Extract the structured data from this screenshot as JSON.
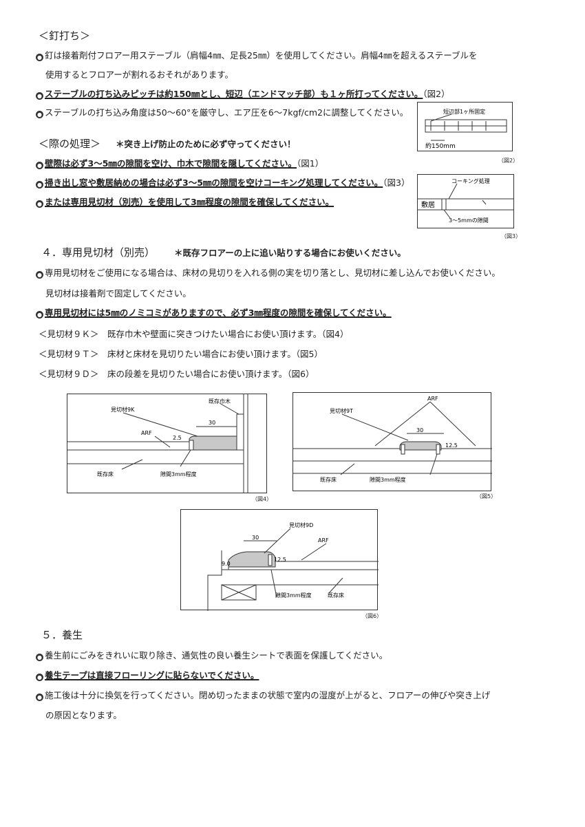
{
  "s1": {
    "heading": "＜釘打ち＞",
    "l1": "釘は接着剤付フロアー用ステーブル（肩幅4㎜、足長25㎜）を使用してください。肩幅4㎜を超えるステーブルを",
    "l1b": "使用するとフロアーが割れるおそれがあります。",
    "l2": "ステーブルの打ち込みピッチは約150㎜とし、短辺（エンドマッチ部）も１ヶ所打ってください。",
    "l2ref": "（図2）",
    "l3": "ステーブルの打ち込み角度は50～60°を厳守し、エア圧を6～7kgf/cm2に調整してください。"
  },
  "s2": {
    "heading": "＜際の処理＞",
    "note": "＊突き上げ防止のために必ず守ってください！",
    "l1": "壁際は必ず3～5㎜の隙間を空け、巾木で隙間を隠してください。",
    "l1ref": "（図1）",
    "l2": "掃き出し窓や敷居納めの場合は必ず3～5㎜の隙間を空けコーキング処理してください。",
    "l2ref": "（図3）",
    "l3": "または専用見切材（別売）を使用して3㎜程度の隙間を確保してください。"
  },
  "fig2": {
    "label": "短辺部1ヶ所固定",
    "dim": "約150mm",
    "caption": "（図2）"
  },
  "fig3": {
    "label1": "コーキング処理",
    "label2": "敷居",
    "label3": "3～5mmの隙間",
    "caption": "（図3）"
  },
  "s4": {
    "heading": "４．専用見切材（別売）",
    "note": "＊既存フロアーの上に追い貼りする場合にお使いください。",
    "l1": "専用見切材をご使用になる場合は、床材の見切りを入れる側の実を切り落とし、見切材に差し込んでお使いください。",
    "l1b": "見切材は接着剤で固定してください。",
    "l2": "専用見切材には5㎜のノミコミがありますので、必ず3㎜程度の隙間を確保してください。",
    "k9k": "＜見切材９Ｋ＞　既存巾木や壁面に突きつけたい場合にお使い頂けます。（図4）",
    "k9t": "＜見切材９Ｔ＞　床材と床材を見切りたい場合にお使い頂けます。（図5）",
    "k9d": "＜見切材９Ｄ＞　床の段差を見切りたい場合にお使い頂けます。（図6）"
  },
  "fig4": {
    "mikiri": "見切材9K",
    "habaki": "既存巾木",
    "arf": "ARF",
    "dim30": "30",
    "dim25": "2.5",
    "kison": "既存床",
    "gap": "隙間3mm程度",
    "caption": "（図4）"
  },
  "fig5": {
    "arf": "ARF",
    "mikiri": "見切材9T",
    "dim30": "30",
    "dim125": "12.5",
    "kison": "既存床",
    "gap": "隙間3mm程度",
    "caption": "（図5）"
  },
  "fig6": {
    "dim30": "30",
    "mikiri": "見切材9D",
    "arf": "ARF",
    "dim9": "9.0",
    "dim125": "12.5",
    "gap": "隙間3mm程度",
    "kison": "既存床",
    "caption": "（図6）"
  },
  "s5": {
    "heading": "５．養生",
    "l1": "養生前にごみをきれいに取り除き、通気性の良い養生シートで表面を保護してください。",
    "l2": "養生テープは直接フローリングに貼らないでください。",
    "l3": "施工後は十分に換気を行ってください。閉め切ったままの状態で室内の湿度が上がると、フロアーの伸びや突き上げ",
    "l3b": "の原因となります。"
  }
}
